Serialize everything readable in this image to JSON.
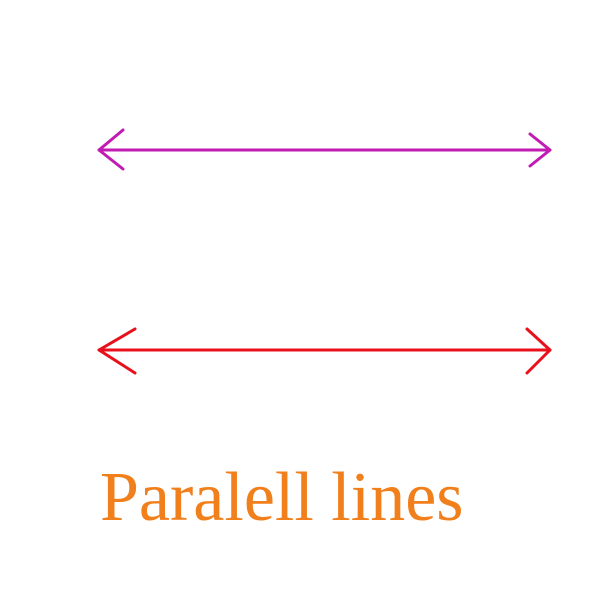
{
  "caption": "Paralell lines",
  "colors": {
    "background": "#ffffff",
    "line_top": "#c21bb3",
    "line_bottom": "#e8101a",
    "caption": "#f07f1c"
  },
  "lines": [
    {
      "name": "top-line",
      "style": "double-headed arrow"
    },
    {
      "name": "bottom-line",
      "style": "double-headed arrow"
    }
  ]
}
